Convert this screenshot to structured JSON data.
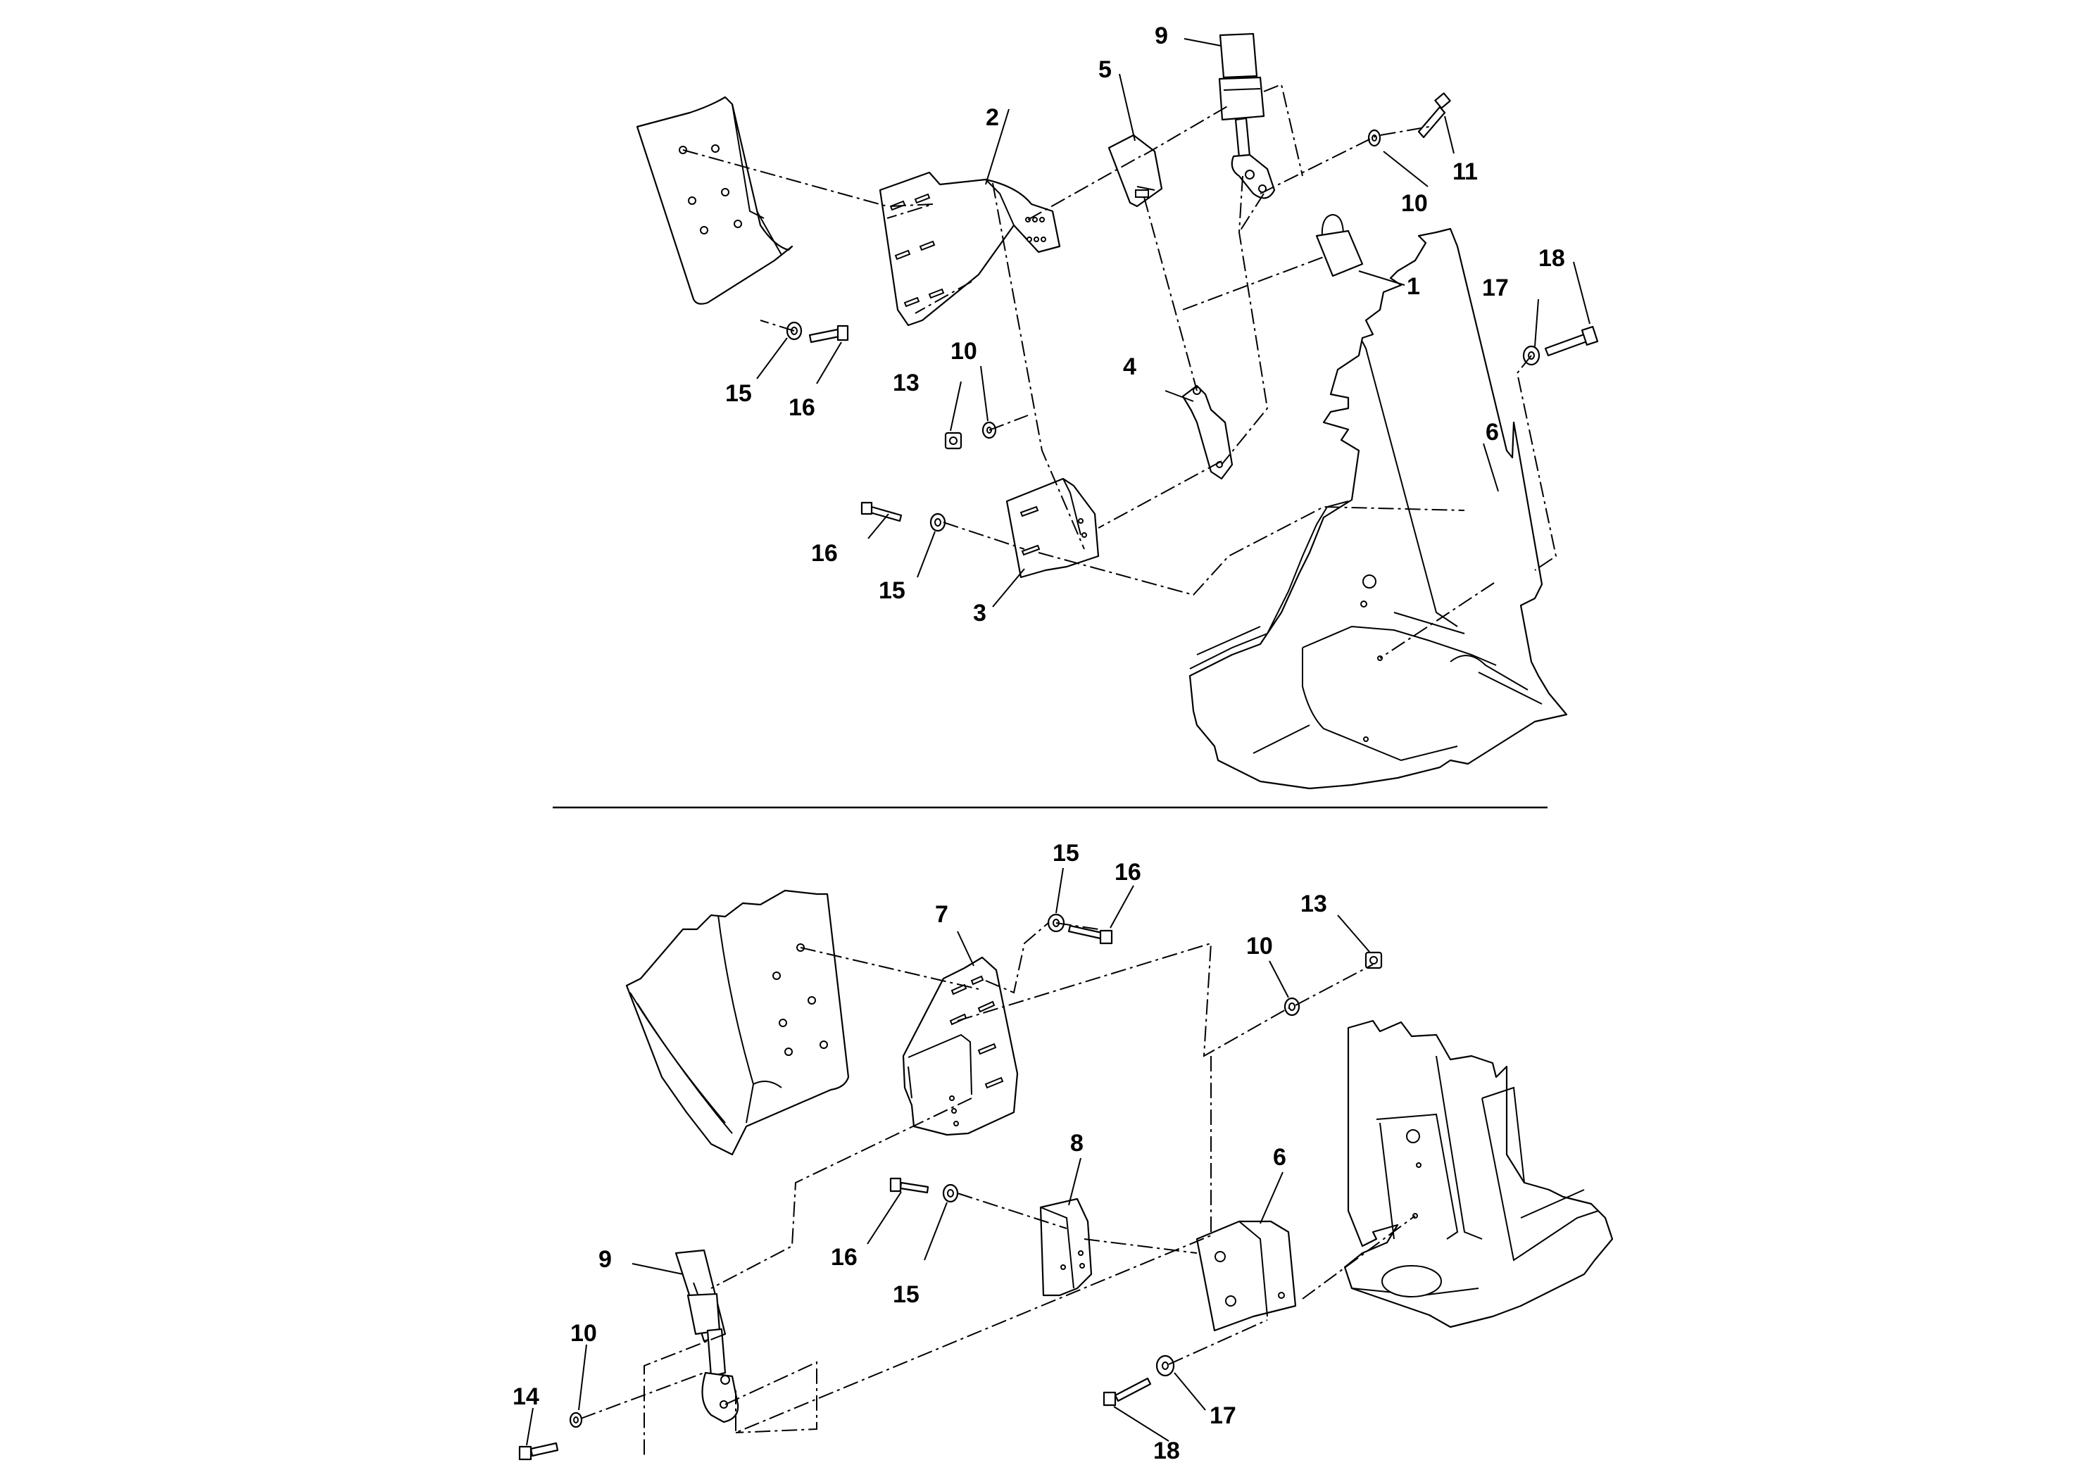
{
  "diagram": {
    "upper_callouts": {
      "c1": "1",
      "c2": "2",
      "c3": "3",
      "c4": "4",
      "c5": "5",
      "c6": "6",
      "c9": "9",
      "c10a": "10",
      "c10b": "10",
      "c11": "11",
      "c13": "13",
      "c15a": "15",
      "c15b": "15",
      "c16a": "16",
      "c16b": "16",
      "c17": "17",
      "c18": "18"
    },
    "lower_callouts": {
      "c6": "6",
      "c7": "7",
      "c8": "8",
      "c9": "9",
      "c10a": "10",
      "c10b": "10",
      "c13": "13",
      "c14": "14",
      "c15a": "15",
      "c15b": "15",
      "c16a": "16",
      "c16b": "16",
      "c17": "17",
      "c18": "18"
    }
  }
}
